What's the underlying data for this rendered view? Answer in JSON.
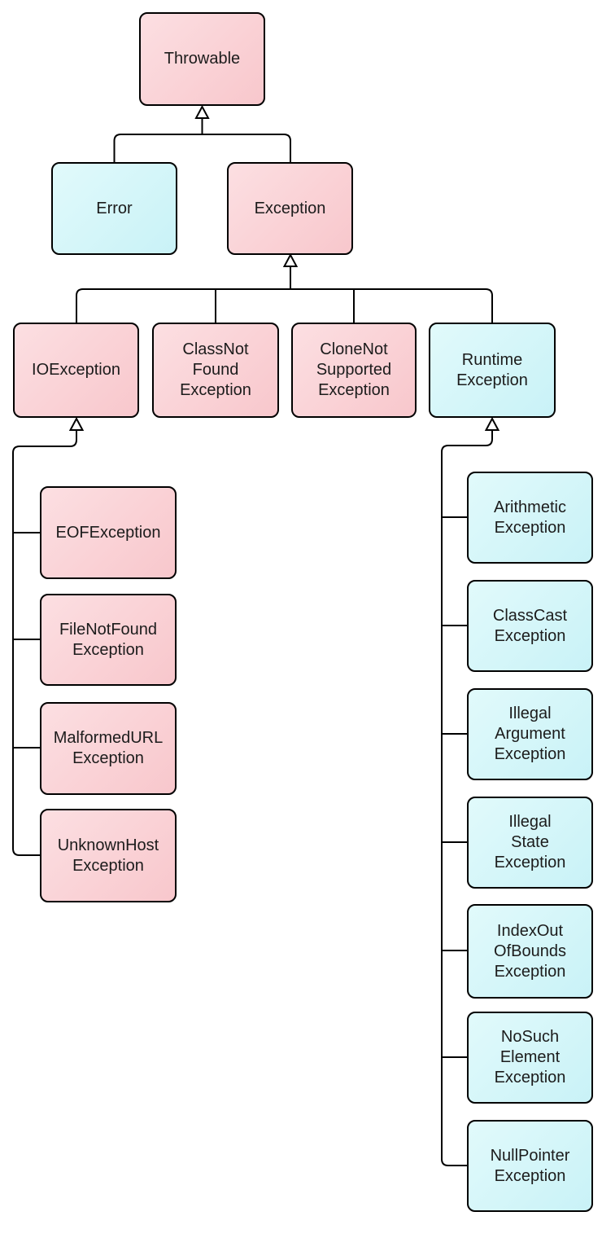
{
  "diagram": {
    "type": "class-hierarchy-tree",
    "colors": {
      "pink_gradient_start": "#fcdfe2",
      "pink_gradient_end": "#f8c7cc",
      "cyan_gradient_start": "#e1fafb",
      "cyan_gradient_end": "#c9f2f7",
      "line_stroke": "#000000",
      "text": "#1c1c1c",
      "background": "#ffffff"
    }
  },
  "nodes": [
    {
      "id": "throwable",
      "label": "Throwable",
      "type": "pink"
    },
    {
      "id": "error",
      "label": "Error",
      "type": "cyan"
    },
    {
      "id": "exception",
      "label": "Exception",
      "type": "pink"
    },
    {
      "id": "ioexception",
      "label": "IOException",
      "type": "pink"
    },
    {
      "id": "classnotfound",
      "label": "ClassNot\nFound\nException",
      "type": "pink"
    },
    {
      "id": "clonenotsupported",
      "label": "CloneNot\nSupported\nException",
      "type": "pink"
    },
    {
      "id": "runtimeexception",
      "label": "Runtime\nException",
      "type": "cyan"
    },
    {
      "id": "eofexception",
      "label": "EOFException",
      "type": "pink"
    },
    {
      "id": "filenotfound",
      "label": "FileNotFound\nException",
      "type": "pink"
    },
    {
      "id": "malformedurl",
      "label": "MalformedURL\nException",
      "type": "pink"
    },
    {
      "id": "unknownhost",
      "label": "UnknownHost\nException",
      "type": "pink"
    },
    {
      "id": "arithmetic",
      "label": "Arithmetic\nException",
      "type": "cyan"
    },
    {
      "id": "classcast",
      "label": "ClassCast\nException",
      "type": "cyan"
    },
    {
      "id": "illegalargument",
      "label": "Illegal\nArgument\nException",
      "type": "cyan"
    },
    {
      "id": "illegalstate",
      "label": "Illegal\nState\nException",
      "type": "cyan"
    },
    {
      "id": "indexoutofbounds",
      "label": "IndexOut\nOfBounds\nException",
      "type": "cyan"
    },
    {
      "id": "nosuchelement",
      "label": "NoSuch\nElement\nException",
      "type": "cyan"
    },
    {
      "id": "nullpointer",
      "label": "NullPointer\nException",
      "type": "cyan"
    }
  ],
  "edges": [
    {
      "child": "error",
      "parent": "throwable"
    },
    {
      "child": "exception",
      "parent": "throwable"
    },
    {
      "child": "ioexception",
      "parent": "exception"
    },
    {
      "child": "classnotfound",
      "parent": "exception"
    },
    {
      "child": "clonenotsupported",
      "parent": "exception"
    },
    {
      "child": "runtimeexception",
      "parent": "exception"
    },
    {
      "child": "eofexception",
      "parent": "ioexception"
    },
    {
      "child": "filenotfound",
      "parent": "ioexception"
    },
    {
      "child": "malformedurl",
      "parent": "ioexception"
    },
    {
      "child": "unknownhost",
      "parent": "ioexception"
    },
    {
      "child": "arithmetic",
      "parent": "runtimeexception"
    },
    {
      "child": "classcast",
      "parent": "runtimeexception"
    },
    {
      "child": "illegalargument",
      "parent": "runtimeexception"
    },
    {
      "child": "illegalstate",
      "parent": "runtimeexception"
    },
    {
      "child": "indexoutofbounds",
      "parent": "runtimeexception"
    },
    {
      "child": "nosuchelement",
      "parent": "runtimeexception"
    },
    {
      "child": "nullpointer",
      "parent": "runtimeexception"
    }
  ]
}
